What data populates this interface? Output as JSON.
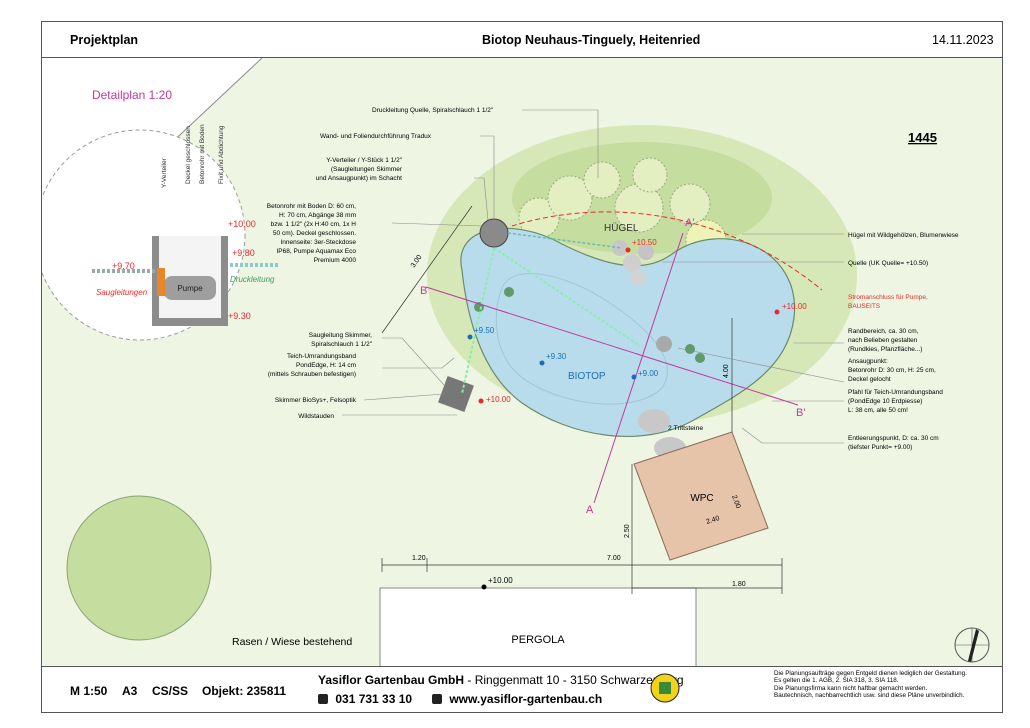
{
  "header": {
    "left": "Projektplan",
    "title": "Biotop Neuhaus-Tinguely, Heitenried",
    "date": "14.11.2023"
  },
  "plan_number": "1445",
  "detail": {
    "title": "Detailplan 1:20",
    "labels": [
      "Y-Verteiler",
      "Deckel geschlossen",
      "Betonrohr mit Boden",
      "Fixit und Abdichtung"
    ],
    "pumpe": "Pumpe",
    "saug": "Saugleitungen",
    "druck": "Druckleitung",
    "levels": [
      "+10.00",
      "+9.80",
      "+9.70",
      "+9.30"
    ]
  },
  "annotations": {
    "druckleitung_quelle": "Druckleitung Quelle, Spiralschlauch 1 1/2\"",
    "wand": "Wand- und Foliendurchführung Tradux",
    "yverteiler": [
      "Y-Verteiler / Y-Stück 1 1/2\"",
      "(Saugleitungen Skimmer",
      "und Ansaugpunkt) im Schacht"
    ],
    "betonrohr": [
      "Betonrohr mit Boden D: 60 cm,",
      "H: 70 cm, Abgänge 38 mm",
      "bzw. 1 1/2\" (2x H:40 cm, 1x H",
      "50 cm). Deckel geschlossen.",
      "Innenseite: 3er-Steckdose",
      "IP68, Pumpe Aquamax Eco",
      "Premium 4000"
    ],
    "saugleitung": [
      "Saugleitung Skimmer,",
      "Spiralschlauch 1 1/2\""
    ],
    "teich": [
      "Teich-Umrandungsband",
      "PondEdge, H: 14 cm",
      "(mittels Schrauben befestigen)"
    ],
    "skimmer": "Skimmer BioSys+, Felsoptik",
    "wildstauden": "Wildstauden",
    "huegel_r": "Hügel mit Wildgehölzen, Blumenwiese",
    "quelle": "Quelle (UK Quelle= +10.50)",
    "strom": [
      "Stromanschluss für Pumpe,",
      "BAUSEITS"
    ],
    "rand": [
      "Randbereich, ca. 30 cm,",
      "nach Belieben gestalten",
      "(Rundkies, Pfanzfläche...)"
    ],
    "ansaug": [
      "Ansaugpunkt:",
      "Betonrohr D: 30 cm, H: 25 cm,",
      "Deckel gelocht"
    ],
    "pfahl": [
      "Pfahl für Teich-Umrandungsband",
      "(PondEdge 10 Erdpiesse)",
      "L: 38 cm, alle 50 cm!"
    ],
    "entleer": [
      "Entleerungspunkt, D: ca. 30 cm",
      "(tiefster Punkt= +9.00)"
    ]
  },
  "plan_labels": {
    "huegel": "HÜGEL",
    "biotop": "BIOTOP",
    "wpc": "WPC",
    "tritt": "2 Trittsteine",
    "pergola": "PERGOLA",
    "rasen": "Rasen / Wiese bestehend",
    "section_a": "A",
    "section_a2": "A'",
    "section_b": "B",
    "section_b2": "B'",
    "north": "N"
  },
  "levels": {
    "h1050": "+10.50",
    "h1000a": "+10.00",
    "h1000b": "+10.00",
    "h1000c": "+10.00",
    "h950": "+9.50",
    "h930": "+9.30",
    "h900": "+9.00"
  },
  "dims": {
    "d300": "3.00",
    "d400": "4.00",
    "d120": "1.20",
    "d700": "7.00",
    "d180": "1.80",
    "d250": "2.50",
    "d240": "2.40",
    "d200": "2.00"
  },
  "footer": {
    "scale": "M 1:50",
    "format": "A3",
    "author": "CS/SS",
    "objekt": "Objekt: 235811",
    "company": "Yasiflor Gartenbau GmbH",
    "address": " - Ringgenmatt 10 - 3150 Schwarzenburg",
    "phone": "031 731 33 10",
    "web": "www.yasiflor-gartenbau.ch",
    "disclaimer": [
      "Die Planungsaufträge gegen Entgeld dienen lediglich der Gestaltung.",
      "Es gelten die 1. AGB, 2. SIA 318, 3. SIA 118.",
      "Die Planungsfirma kann nicht haftbar gemacht werden.",
      "Bautechnisch, nachbarrechtlich usw. sind diese Pläne unverbindlich."
    ]
  },
  "colors": {
    "water": "#b9dcec",
    "grass": "#d7e8b8",
    "hill": "#c5dd9f",
    "tree": "#e4efc1",
    "deck": "#e6c4aa",
    "magenta": "#c0399c",
    "red": "#e52b2b",
    "green": "#3e9b5e"
  }
}
